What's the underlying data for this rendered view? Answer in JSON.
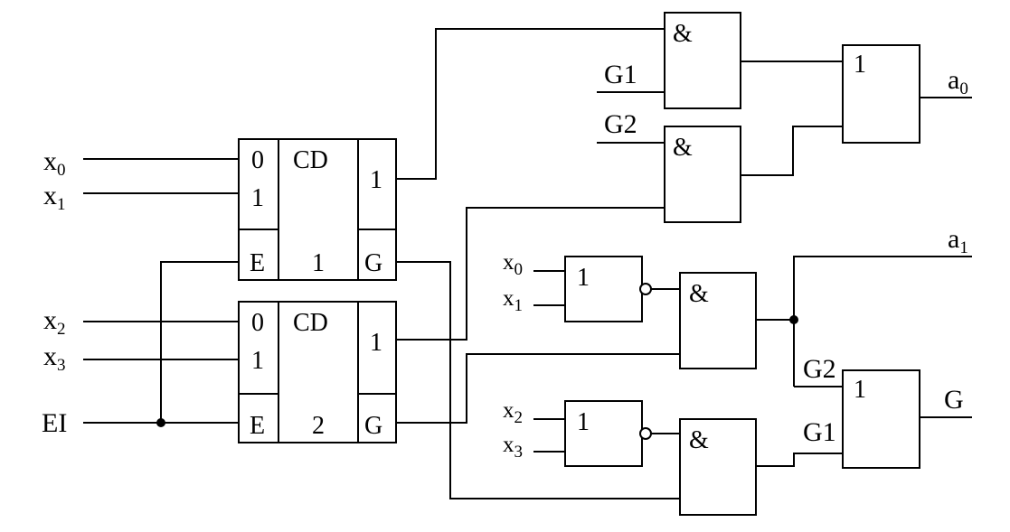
{
  "inputs": {
    "x0": {
      "base": "x",
      "sub": "0"
    },
    "x1": {
      "base": "x",
      "sub": "1"
    },
    "x2": {
      "base": "x",
      "sub": "2"
    },
    "x3": {
      "base": "x",
      "sub": "3"
    },
    "ei": "EI"
  },
  "encoder1": {
    "in0": "0",
    "in1": "1",
    "label": "CD",
    "out": "1",
    "enable": "E",
    "number": "1",
    "group": "G"
  },
  "encoder2": {
    "in0": "0",
    "in1": "1",
    "label": "CD",
    "out": "1",
    "enable": "E",
    "number": "2",
    "group": "G"
  },
  "gates": {
    "and_symbol": "&",
    "or_symbol": "1"
  },
  "signals": {
    "g1": "G1",
    "g2": "G2",
    "a0": {
      "base": "a",
      "sub": "0"
    },
    "a1": {
      "base": "a",
      "sub": "1"
    },
    "g_out": "G"
  }
}
